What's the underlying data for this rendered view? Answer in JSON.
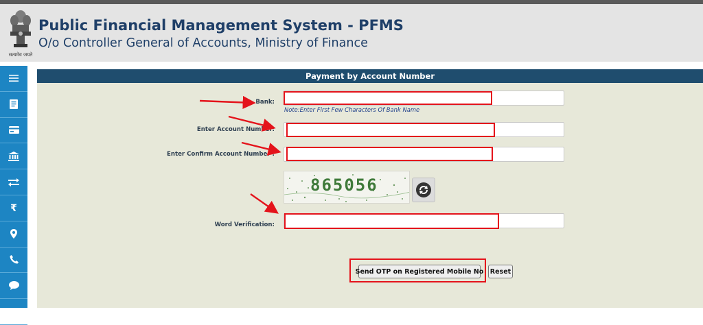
{
  "header": {
    "title": "Public Financial Management System - PFMS",
    "subtitle": "O/o Controller General of Accounts, Ministry of Finance",
    "emblem_text": "सत्यमेव जयते",
    "emblem_icon": "national-emblem-icon"
  },
  "sidebar": {
    "items": [
      {
        "icon": "menu-icon"
      },
      {
        "icon": "document-icon"
      },
      {
        "icon": "card-icon"
      },
      {
        "icon": "bank-icon"
      },
      {
        "icon": "transfer-icon"
      },
      {
        "icon": "rupee-icon"
      },
      {
        "icon": "location-icon"
      },
      {
        "icon": "phone-icon"
      },
      {
        "icon": "chat-icon"
      },
      {
        "icon": "up-icon"
      }
    ]
  },
  "form": {
    "heading": "Payment by Account Number",
    "bank_label": "Bank:",
    "bank_value": "",
    "bank_note": "Note:Enter First Few Characters Of Bank Name",
    "account_label": "Enter Account Number:",
    "account_value": "",
    "confirm_label": "Enter Confirm Account Number :",
    "confirm_value": "",
    "captcha_text": "865056",
    "word_label": "Word Verification:",
    "word_value": "",
    "send_otp_label": "Send OTP on Registered Mobile No",
    "reset_label": "Reset"
  },
  "colors": {
    "annotation_red": "#e4131b",
    "panel_header": "#1f4d6e",
    "panel_bg": "#e7e8d9",
    "sidebar_blue": "#1d85c3",
    "title_blue": "#1f3f68"
  }
}
